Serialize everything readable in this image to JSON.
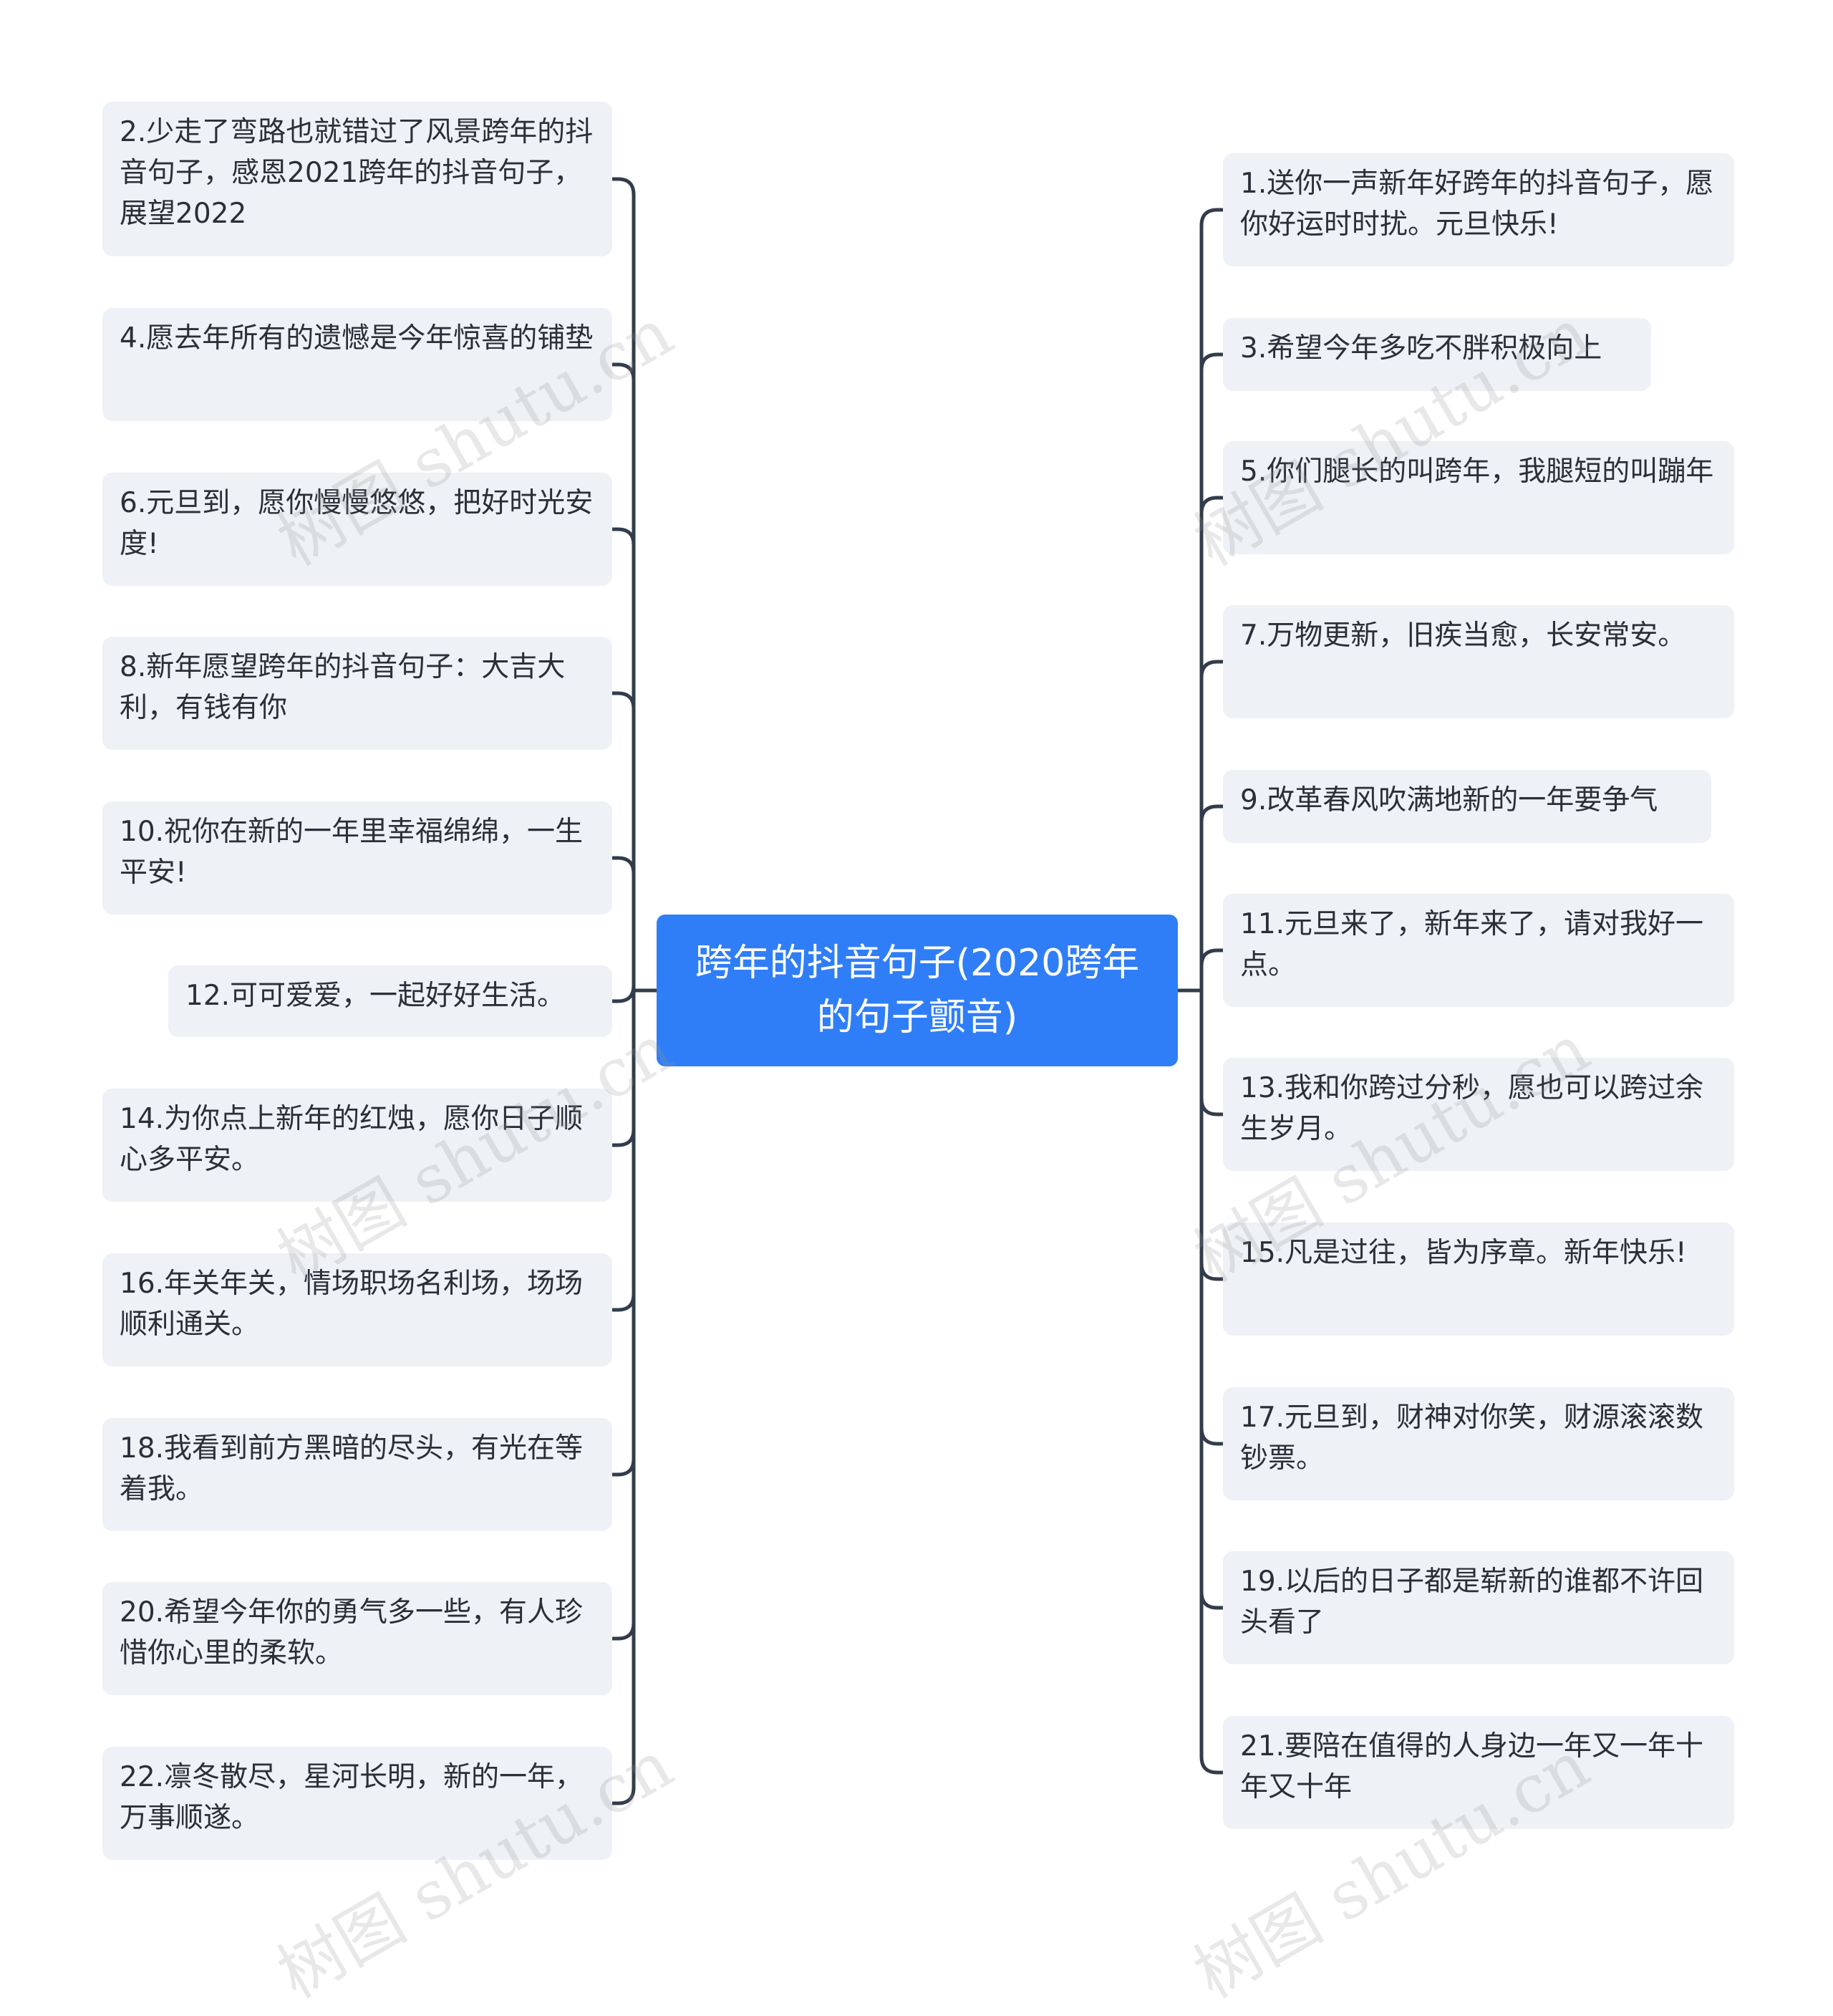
{
  "root": {
    "text": "跨年的抖音句子(2020跨年的句子颤音)"
  },
  "colors": {
    "root_bg": "#2f7ef7",
    "node_bg": "#eef1f5",
    "connector": "#333c4a",
    "text": "#2a2f38"
  },
  "watermark": "树图 shutu.cn",
  "left_nodes": [
    "2.少走了弯路也就错过了风景跨年的抖音句子，感恩2021跨年的抖音句子，展望2022",
    "4.愿去年所有的遗憾是今年惊喜的铺垫",
    "6.元旦到，愿你慢慢悠悠，把好时光安度!",
    "8.新年愿望跨年的抖音句子：大吉大利，有钱有你",
    "10.祝你在新的一年里幸福绵绵，一生平安!",
    "12.可可爱爱，一起好好生活。",
    "14.为你点上新年的红烛，愿你日子顺心多平安。",
    "16.年关年关，情场职场名利场，场场顺利通关。",
    "18.我看到前方黑暗的尽头，有光在等着我。",
    "20.希望今年你的勇气多一些，有人珍惜你心里的柔软。",
    "22.凛冬散尽，星河长明，新的一年，万事顺遂。"
  ],
  "right_nodes": [
    "1.送你一声新年好跨年的抖音句子，愿你好运时时扰。元旦快乐!",
    "3.希望今年多吃不胖积极向上",
    "5.你们腿长的叫跨年，我腿短的叫蹦年",
    "7.万物更新，旧疾当愈，长安常安。",
    "9.改革春风吹满地新的一年要争气",
    "11.元旦来了，新年来了，请对我好一点。",
    "13.我和你跨过分秒，愿也可以跨过余生岁月。",
    "15.凡是过往，皆为序章。新年快乐!",
    "17.元旦到，财神对你笑，财源滚滚数钞票。",
    "19.以后的日子都是崭新的谁都不许回头看了",
    "21.要陪在值得的人身边一年又一年十年又十年"
  ]
}
